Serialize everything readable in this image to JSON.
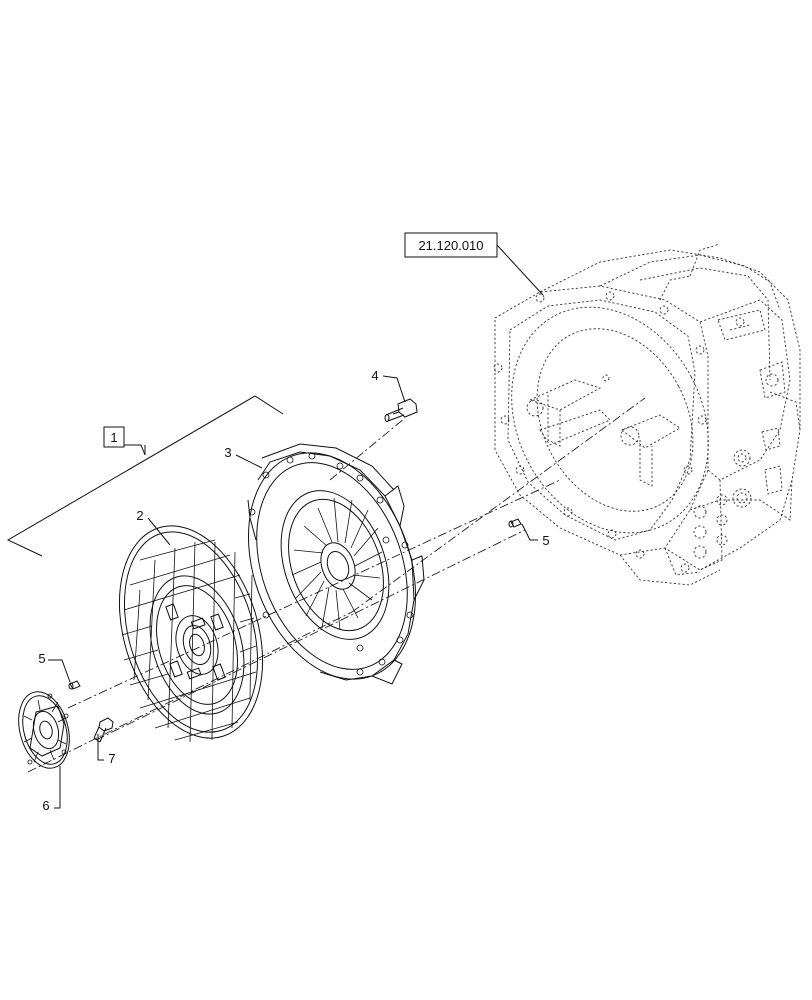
{
  "reference": {
    "text": "21.120.010"
  },
  "callouts": {
    "assembly": "1",
    "disc": "2",
    "pressure_plate": "3",
    "bolt": "4",
    "pin_right": "5",
    "pin_left": "5",
    "damper": "6",
    "bolt_small": "7"
  }
}
